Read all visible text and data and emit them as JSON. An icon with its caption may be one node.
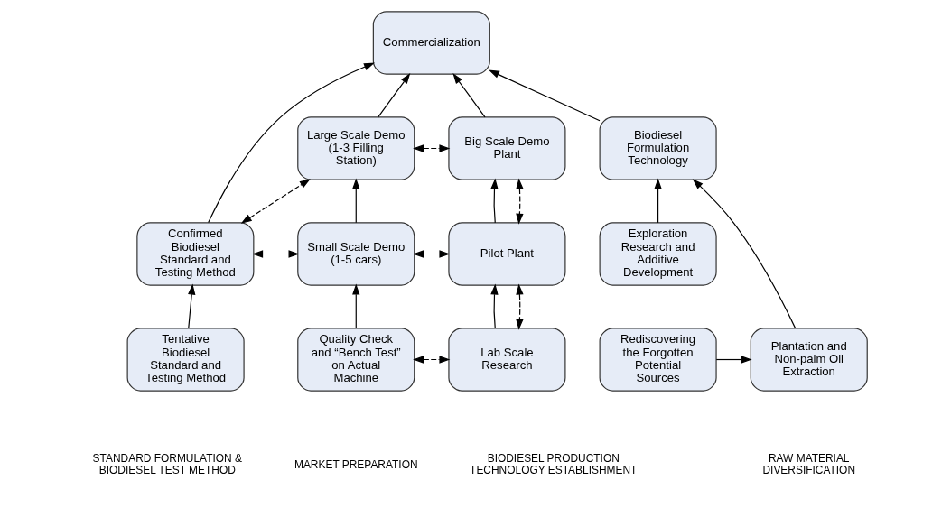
{
  "diagram": {
    "nodes": [
      {
        "text": [
          "Commercialization"
        ]
      },
      {
        "text": [
          "Large Scale Demo (1-3 Filling Station)"
        ]
      },
      {
        "text": [
          "Big Scale Demo Plant"
        ]
      },
      {
        "text": [
          "Biodiesel Formulation Technology"
        ]
      },
      {
        "text": [
          "Confirmed Biodiesel Standard and Testing Method"
        ]
      },
      {
        "text": [
          "Small Scale Demo (1-5 cars)"
        ]
      },
      {
        "text": [
          "Pilot Plant"
        ]
      },
      {
        "text": [
          "Exploration Research and Additive Development"
        ]
      },
      {
        "text": [
          "Tentative Biodiesel Standard and Testing Method"
        ]
      },
      {
        "text": [
          "Quality Check and “Bench Test” on Actual Machine"
        ]
      },
      {
        "text": [
          "Lab Scale Research"
        ]
      },
      {
        "text": [
          "Plantation and Non-palm Oil Extraction"
        ]
      },
      {
        "text": [
          "Rediscovering the Forgotten Potential Sources"
        ]
      }
    ],
    "edges": [
      {
        "from": 4,
        "to": 0,
        "arrow": "to"
      },
      {
        "from": 1,
        "to": 0,
        "arrow": "to"
      },
      {
        "from": 2,
        "to": 0,
        "arrow": "to"
      },
      {
        "from": 3,
        "to": 0,
        "arrow": "to"
      },
      {
        "from": 8,
        "to": 4,
        "arrow": "to"
      },
      {
        "from": 9,
        "to": 5,
        "arrow": "to"
      },
      {
        "from": 5,
        "to": 1,
        "arrow": "to"
      },
      {
        "from": 10,
        "to": 6,
        "arrow": "to"
      },
      {
        "from": 6,
        "to": 2,
        "arrow": "to"
      },
      {
        "from": 11,
        "to": 3,
        "arrow": "to"
      },
      {
        "from": 12,
        "to": 11,
        "arrow": "to"
      },
      {
        "from": 7,
        "to": 3,
        "arrow": "to"
      },
      {
        "from": 1,
        "to": 2,
        "arrow": "both",
        "style": "dashed"
      },
      {
        "from": 5,
        "to": 6,
        "arrow": "both",
        "style": "dashed"
      },
      {
        "from": 9,
        "to": 10,
        "arrow": "both",
        "style": "dashed"
      },
      {
        "from": 4,
        "to": 1,
        "arrow": "both",
        "style": "dashed"
      },
      {
        "from": 4,
        "to": 5,
        "arrow": "both",
        "style": "dashed"
      },
      {
        "from": 2,
        "to": 6,
        "arrow": "both",
        "style": "dashed"
      },
      {
        "from": 6,
        "to": 10,
        "arrow": "both",
        "style": "dashed"
      }
    ],
    "labels": [
      "STANDARD FORMULATION & BIODIESEL TEST METHOD",
      "MARKET PREPARATION",
      "BIODIESEL PRODUCTION TECHNOLOGY ESTABLISHMENT",
      "RAW MATERIAL DIVERSIFICATION"
    ]
  }
}
